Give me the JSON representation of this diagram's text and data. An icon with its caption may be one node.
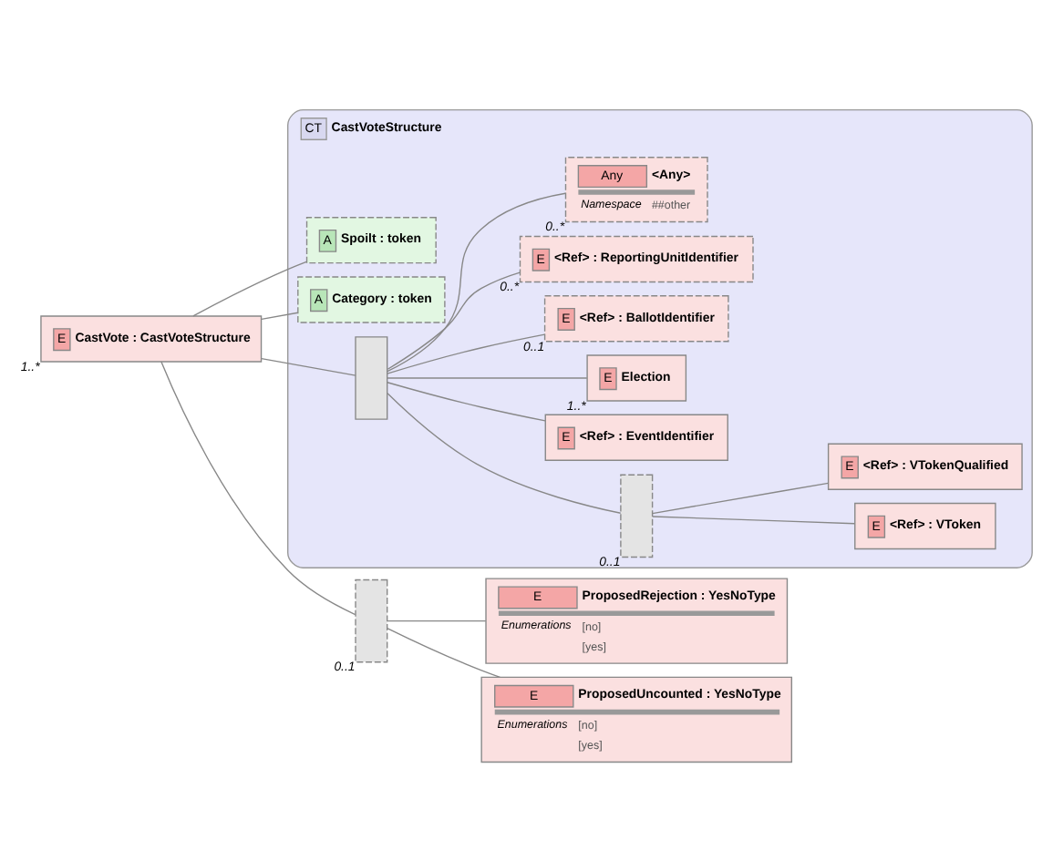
{
  "diagram": {
    "nodes": [
      {
        "text": [
          "E",
          "CastVote : CastVoteStructure"
        ],
        "beside": [
          "1..*"
        ]
      },
      {
        "text": [
          "CT",
          "CastVoteStructure"
        ]
      },
      {
        "text": [
          "A",
          "Spoilt : token"
        ],
        "in": 1
      },
      {
        "text": [
          "A",
          "Category : token"
        ],
        "in": 1
      },
      {
        "text": [],
        "shape": "box",
        "in": 1
      },
      {
        "text": [],
        "shape": "box",
        "in": 1,
        "beside": [
          "0..1"
        ]
      },
      {
        "text": [
          "E",
          "<Ref> : VToken"
        ],
        "in": 1
      },
      {
        "text": [
          "E",
          "<Ref> : VTokenQualified"
        ],
        "in": 1
      },
      {
        "text": [
          "E",
          "<Ref> : EventIdentifier"
        ],
        "in": 1
      },
      {
        "text": [
          "E",
          "Election"
        ],
        "in": 1,
        "beside": [
          "1..*"
        ]
      },
      {
        "text": [
          "E",
          "<Ref> : BallotIdentifier"
        ],
        "in": 1,
        "beside": [
          "0..1"
        ]
      },
      {
        "text": [
          "E",
          "<Ref> : ReportingUnitIdentifier"
        ],
        "in": 1,
        "beside": [
          "0..*"
        ]
      },
      {
        "text": [
          "Any",
          "<Any>",
          "Namespace",
          "##other"
        ],
        "in": 1,
        "beside": [
          "0..*"
        ]
      },
      {
        "text": [],
        "shape": "box",
        "beside": [
          "0..1"
        ]
      },
      {
        "text": [
          "E",
          "ProposedRejection : YesNoType",
          "Enumerations",
          "[no]",
          "[yes]"
        ]
      },
      {
        "text": [
          "E",
          "ProposedUncounted : YesNoType",
          "Enumerations",
          "[no]",
          "[yes]"
        ]
      }
    ],
    "edges": [
      {
        "from": 0,
        "to": 2,
        "arrow": "none"
      },
      {
        "from": 0,
        "to": 3,
        "arrow": "none"
      },
      {
        "from": 0,
        "to": 4,
        "arrow": "none"
      },
      {
        "from": 0,
        "to": 13,
        "arrow": "none"
      },
      {
        "from": 4,
        "to": 5,
        "arrow": "none"
      },
      {
        "from": 5,
        "to": 6,
        "arrow": "none"
      },
      {
        "from": 5,
        "to": 7,
        "arrow": "none"
      },
      {
        "from": 4,
        "to": 8,
        "arrow": "none"
      },
      {
        "from": 4,
        "to": 9,
        "arrow": "none"
      },
      {
        "from": 4,
        "to": 10,
        "arrow": "none"
      },
      {
        "from": 4,
        "to": 11,
        "arrow": "none"
      },
      {
        "from": 4,
        "to": 12,
        "arrow": "none"
      },
      {
        "from": 13,
        "to": 14,
        "arrow": "none"
      },
      {
        "from": 13,
        "to": 15,
        "arrow": "none"
      }
    ]
  }
}
